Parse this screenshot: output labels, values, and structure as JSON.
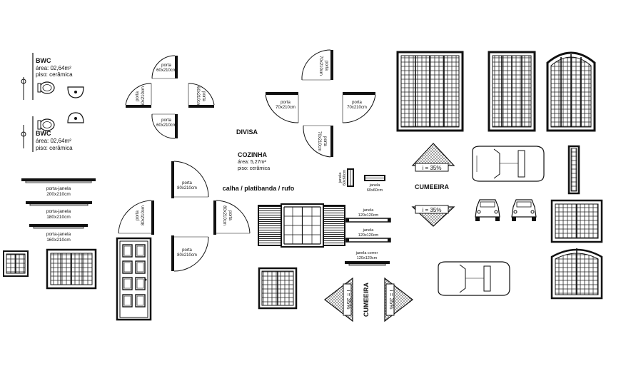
{
  "bwc_top": {
    "title": "BWC",
    "area": "área: 02,64m²",
    "floor": "piso: cerâmica"
  },
  "bwc_bottom": {
    "title": "BWC",
    "area": "área: 02,64m²",
    "floor": "piso: cerâmica"
  },
  "door_group_1": {
    "top": {
      "label": "porta",
      "size": "60x210cm"
    },
    "left": {
      "label": "porta",
      "size": "60x210cm"
    },
    "right": {
      "label": "porta",
      "size": "60x210cm"
    },
    "bottom": {
      "label": "porta",
      "size": "60x210cm"
    }
  },
  "door_group_2": {
    "top": {
      "label": "porta",
      "size": "70x210cm"
    },
    "left": {
      "label": "porta",
      "size": "70x210cm"
    },
    "right": {
      "label": "porta",
      "size": "70x210cm"
    },
    "bottom": {
      "label": "porta",
      "size": "70x210cm"
    }
  },
  "door_group_3": {
    "top": {
      "label": "porta",
      "size": "80x210cm"
    },
    "left": {
      "label": "porta",
      "size": "80x210cm"
    },
    "right": {
      "label": "porta",
      "size": "80x210cm"
    },
    "bottom": {
      "label": "porta",
      "size": "80x210cm"
    }
  },
  "porta_janela": [
    {
      "label": "porta-janela",
      "size": "200x210cm"
    },
    {
      "label": "porta-janela",
      "size": "180x210cm"
    },
    {
      "label": "porta-janela",
      "size": "160x210cm"
    }
  ],
  "divisa": "DIVISA",
  "cozinha": {
    "title": "COZINHA",
    "area": "área: 5,27m²",
    "floor": "piso: cerâmica"
  },
  "calha": "calha / platibanda / rufo",
  "janela_small_1": {
    "label": "janela",
    "size": "60x60cm"
  },
  "janela_small_2": {
    "label": "janela",
    "size": "60x60cm"
  },
  "janela_1": {
    "label": "janela",
    "size": "120x120cm"
  },
  "janela_2": {
    "label": "janela",
    "size": "120x120cm"
  },
  "janela_correr": {
    "label": "janela correr",
    "size": "120x120cm"
  },
  "cumeeira_right": "CUMEEIRA",
  "cumeeira_bottom": "CUMEEIRA",
  "slope_labels": [
    "i = 35%",
    "i = 35%",
    "i = 35%",
    "i = 35%"
  ]
}
